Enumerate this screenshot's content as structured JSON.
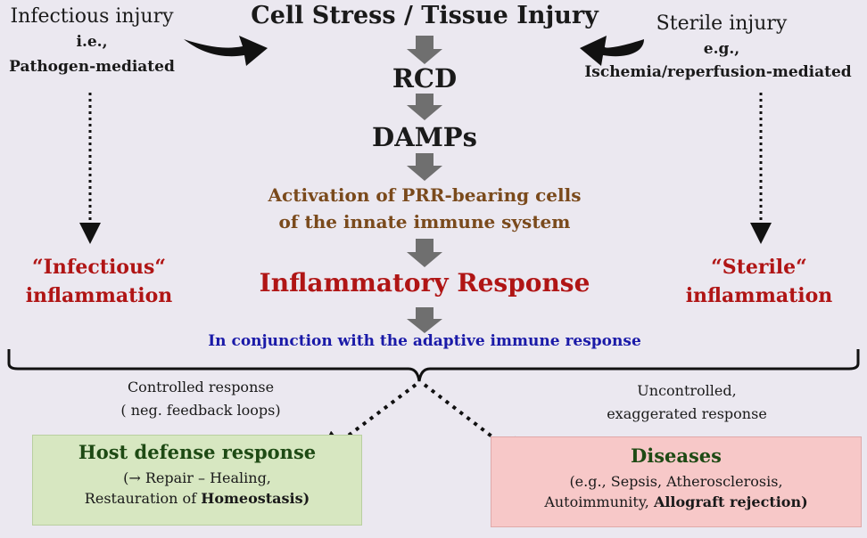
{
  "left_source": {
    "title": "Infectious injury",
    "sub1": "i.e.,",
    "sub2": "Pathogen-mediated"
  },
  "right_source": {
    "title": "Sterile injury",
    "sub1": "e.g.,",
    "sub2": "Ischemia/reperfusion-mediated"
  },
  "center": {
    "top": "Cell Stress / Tissue Injury",
    "rcd": "RCD",
    "damps": "DAMPs",
    "activation_line1": "Activation of PRR-bearing cells",
    "activation_line2": "of the innate immune system",
    "response": "Inflammatory Response",
    "adaptive": "In conjunction with the adaptive immune response"
  },
  "left_inflammation": {
    "line1": "“Infectious“",
    "line2": "inflammation"
  },
  "right_inflammation": {
    "line1": "“Sterile“",
    "line2": "inflammation"
  },
  "controlled": {
    "line1": "Controlled response",
    "line2": "( neg. feedback loops)"
  },
  "uncontrolled": {
    "line1": "Uncontrolled,",
    "line2": "exaggerated response"
  },
  "host_defense": {
    "title": "Host defense response",
    "line1": "(→ Repair – Healing,",
    "line2_plain": "Restauration of ",
    "line2_bold": "Homeostasis)"
  },
  "diseases": {
    "title": "Diseases",
    "line1": "(e.g., Sepsis, Atherosclerosis,",
    "line2_plain": "Autoimmunity, ",
    "line2_bold": "Allograft rejection)"
  },
  "colors": {
    "background": "#ebe8f0",
    "arrow_gray": "#6f6f6f",
    "red_text": "#b01515",
    "brown_text": "#7a4a1c",
    "blue_text": "#1a1aa8",
    "green_box": "#d7e7c1",
    "red_box": "#f7c8c8"
  }
}
